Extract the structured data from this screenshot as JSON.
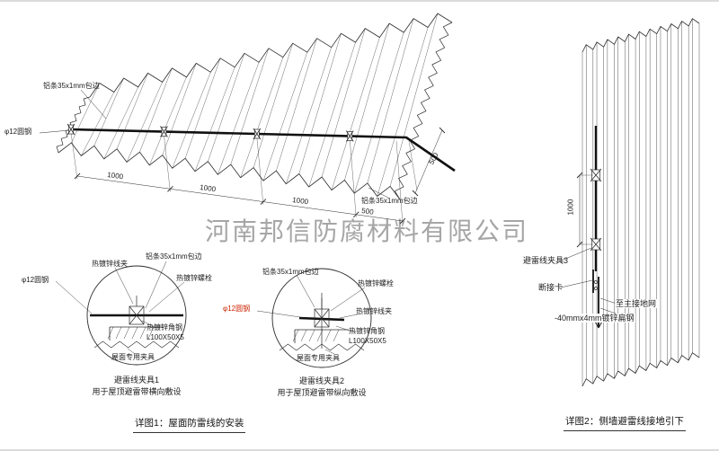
{
  "watermark": "河南邦信防腐材料有限公司",
  "figure1": {
    "caption": "详图1：屋面防雷线的安装",
    "labels": {
      "alu_edge_top": "铝条35x1mm包边",
      "alu_edge_bottom": "铝条35x1mm包边",
      "round_steel": "φ12圆钢"
    },
    "dims": [
      "1000",
      "1000",
      "1000",
      "500",
      "500"
    ],
    "detail1": {
      "title": "避雷线夹具1",
      "subtitle": "用于屋顶避雷带横向敷设",
      "wire_clip": "热镀锌线夹",
      "alu_edge": "铝条35x1mm包边",
      "bolt": "热镀锌螺栓",
      "round_steel": "φ12圆钢",
      "angle_steel": "热镀锌角钢",
      "angle_spec": "L100X50X5",
      "roof_clamp": "屋面专用夹具"
    },
    "detail2": {
      "title": "避雷线夹具2",
      "subtitle": "用于屋顶避雷带纵向敷设",
      "alu_edge": "铝条35x1mm包边",
      "bolt": "热镀锌螺栓",
      "round_steel": "φ12圆钢",
      "wire_clip": "热镀锌线夹",
      "angle_steel": "热镀锌角钢",
      "angle_spec": "L100X50X5",
      "roof_clamp": "屋面专用夹具"
    }
  },
  "figure2": {
    "caption": "详图2：侧墙避雷线接地引下",
    "clamp3": "避雷线夹具3",
    "disconnect": "断接卡",
    "to_ground": "至主接地网",
    "flat_steel": "-40mmx4mm镀锌扁钢",
    "dim": "1000"
  },
  "colors": {
    "line": "#2b2b2b",
    "wire": "#111111",
    "red_label": "#cc2200",
    "watermark": "#a6a6a6"
  }
}
